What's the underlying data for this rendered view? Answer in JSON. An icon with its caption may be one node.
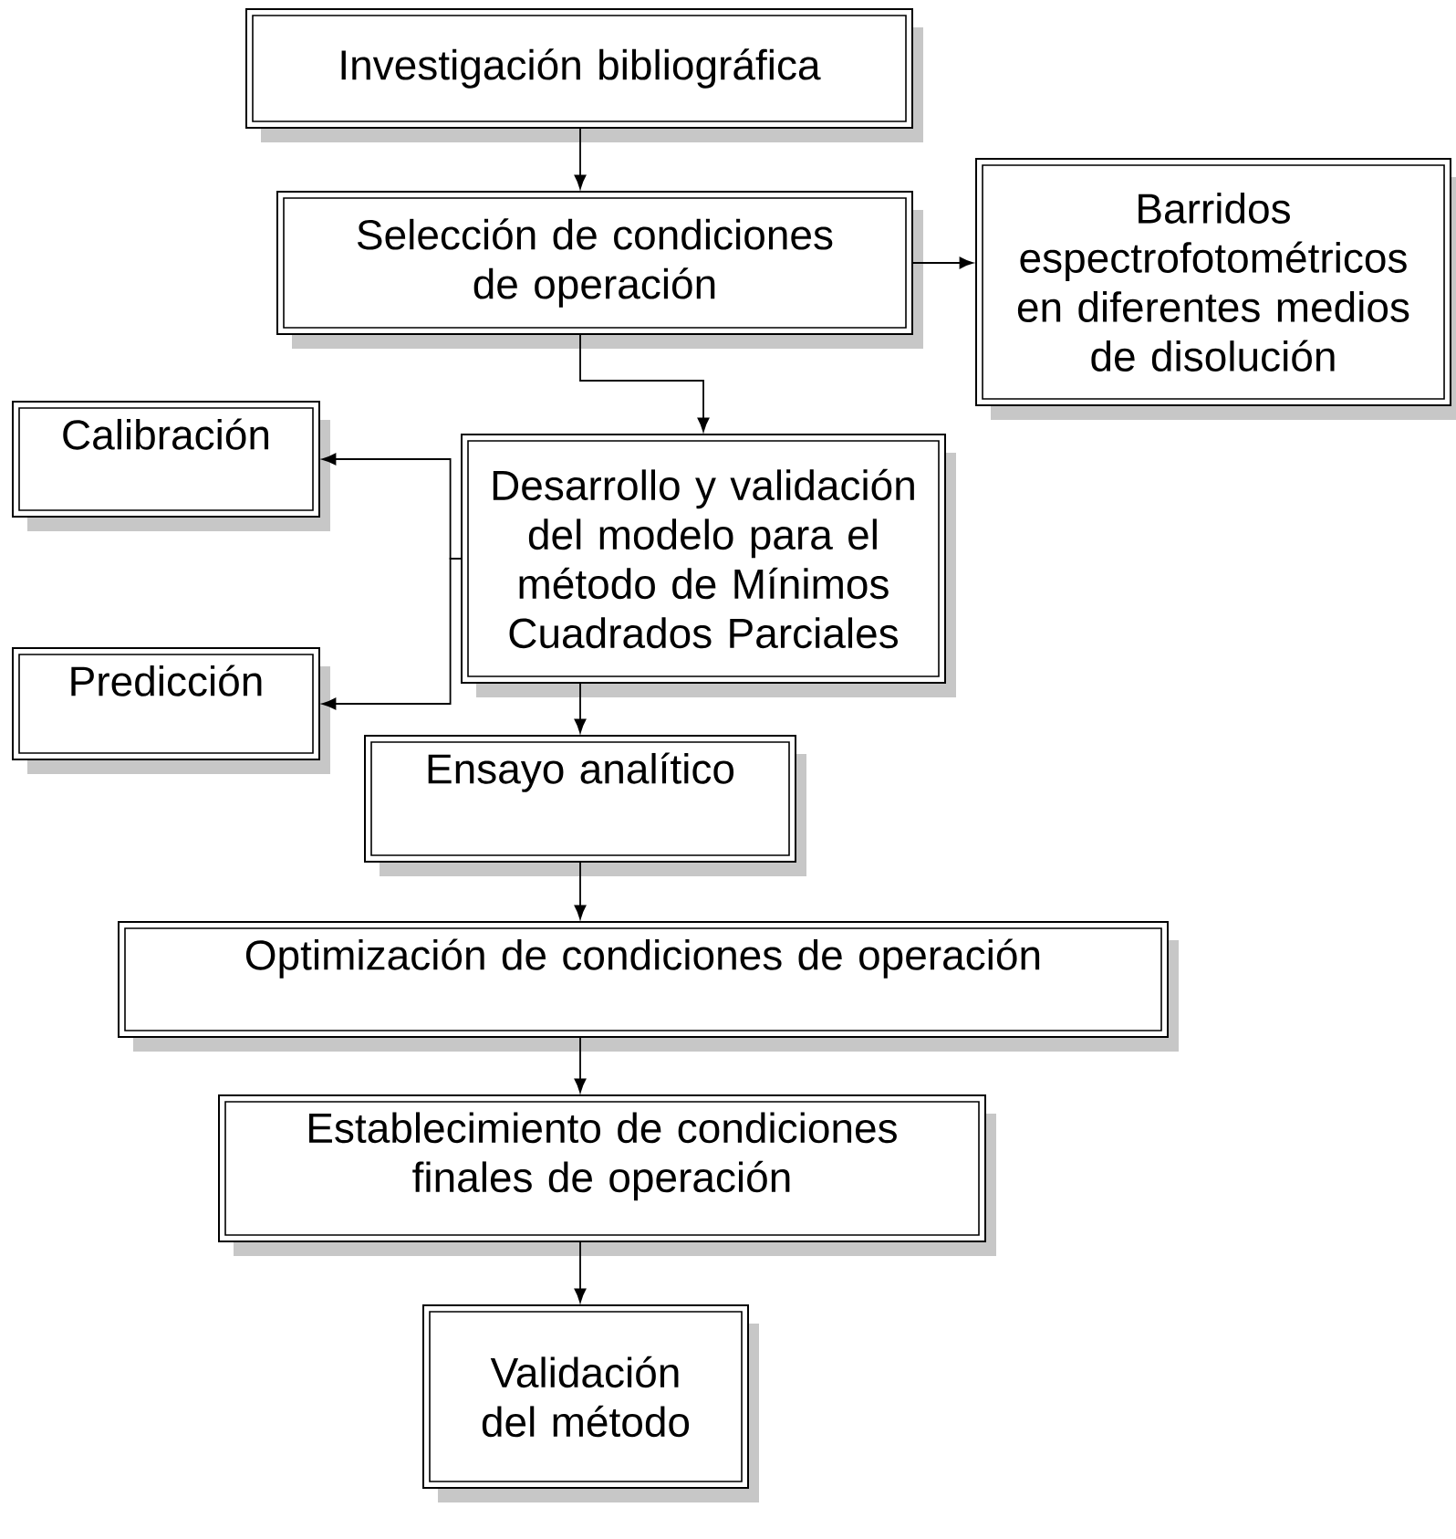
{
  "diagram": {
    "nodes": [
      {
        "text": [
          "Investigación bibliográfica"
        ]
      },
      {
        "text": [
          "Selección de condiciones de operación"
        ]
      },
      {
        "text": [
          "Barridos espectrofotométricos en diferentes medios de disolución"
        ]
      },
      {
        "text": [
          "Calibración"
        ]
      },
      {
        "text": [
          "Desarrollo y validación del modelo para el método de Mínimos Cuadrados Parciales"
        ]
      },
      {
        "text": [
          "Predicción"
        ]
      },
      {
        "text": [
          "Ensayo analítico"
        ]
      },
      {
        "text": [
          "Optimización de condiciones de operación"
        ]
      },
      {
        "text": [
          "Establecimiento de condiciones finales de operación"
        ]
      },
      {
        "text": [
          "Validación del método"
        ]
      }
    ],
    "edges": [
      {
        "from": 0,
        "to": 1,
        "arrow": "to"
      },
      {
        "from": 1,
        "to": 2,
        "arrow": "to"
      },
      {
        "from": 1,
        "to": 4,
        "arrow": "to"
      },
      {
        "from": 4,
        "to": 3,
        "arrow": "to"
      },
      {
        "from": 4,
        "to": 5,
        "arrow": "to"
      },
      {
        "from": 4,
        "to": 6,
        "arrow": "to"
      },
      {
        "from": 6,
        "to": 7,
        "arrow": "to"
      },
      {
        "from": 7,
        "to": 8,
        "arrow": "to"
      },
      {
        "from": 8,
        "to": 9,
        "arrow": "to"
      }
    ]
  }
}
